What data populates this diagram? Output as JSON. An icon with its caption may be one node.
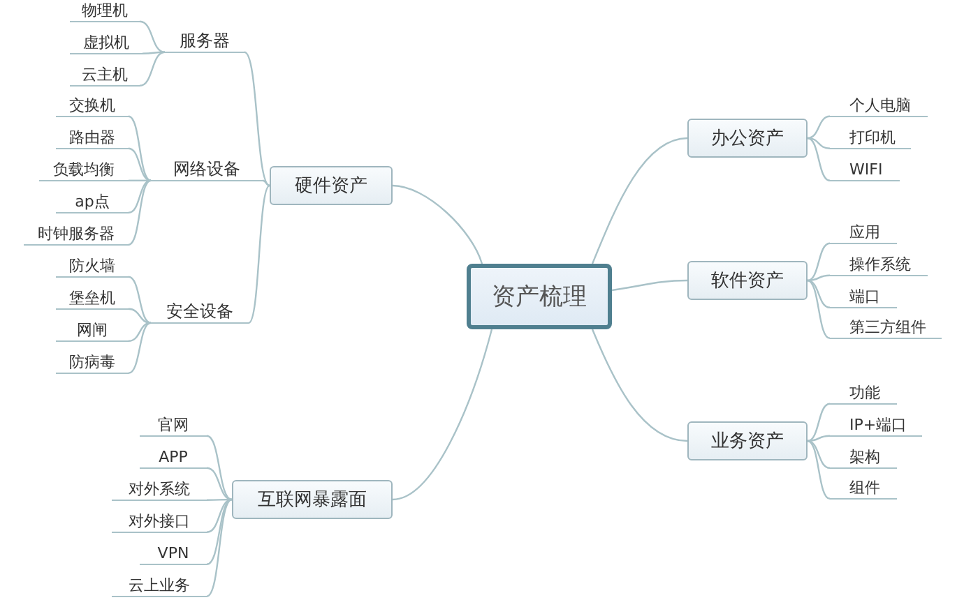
{
  "diagram": {
    "nodes": [
      {
        "text": [
          "资产梳理"
        ]
      },
      {
        "text": [
          "硬件资产"
        ]
      },
      {
        "text": [
          "服务器"
        ]
      },
      {
        "text": [
          "物理机"
        ]
      },
      {
        "text": [
          "虚拟机"
        ]
      },
      {
        "text": [
          "云主机"
        ]
      },
      {
        "text": [
          "网络设备"
        ]
      },
      {
        "text": [
          "交换机"
        ]
      },
      {
        "text": [
          "路由器"
        ]
      },
      {
        "text": [
          "负载均衡"
        ]
      },
      {
        "text": [
          "ap点"
        ]
      },
      {
        "text": [
          "时钟服务器"
        ]
      },
      {
        "text": [
          "安全设备"
        ]
      },
      {
        "text": [
          "防火墙"
        ]
      },
      {
        "text": [
          "堡垒机"
        ]
      },
      {
        "text": [
          "网闸"
        ]
      },
      {
        "text": [
          "防病毒"
        ]
      },
      {
        "text": [
          "互联网暴露面"
        ]
      },
      {
        "text": [
          "官网"
        ]
      },
      {
        "text": [
          "APP"
        ]
      },
      {
        "text": [
          "对外系统"
        ]
      },
      {
        "text": [
          "对外接口"
        ]
      },
      {
        "text": [
          "VPN"
        ]
      },
      {
        "text": [
          "云上业务"
        ]
      },
      {
        "text": [
          "办公资产"
        ]
      },
      {
        "text": [
          "个人电脑"
        ]
      },
      {
        "text": [
          "打印机"
        ]
      },
      {
        "text": [
          "WIFI"
        ]
      },
      {
        "text": [
          "软件资产"
        ]
      },
      {
        "text": [
          "应用"
        ]
      },
      {
        "text": [
          "操作系统"
        ]
      },
      {
        "text": [
          "端口"
        ]
      },
      {
        "text": [
          "第三方组件"
        ]
      },
      {
        "text": [
          "业务资产"
        ]
      },
      {
        "text": [
          "功能"
        ]
      },
      {
        "text": [
          "IP+端口"
        ]
      },
      {
        "text": [
          "架构"
        ]
      },
      {
        "text": [
          "组件"
        ]
      }
    ],
    "edges": [
      {
        "from": 0,
        "to": 1,
        "arrow": "none"
      },
      {
        "from": 1,
        "to": 2,
        "arrow": "none"
      },
      {
        "from": 2,
        "to": 3,
        "arrow": "none"
      },
      {
        "from": 2,
        "to": 4,
        "arrow": "none"
      },
      {
        "from": 2,
        "to": 5,
        "arrow": "none"
      },
      {
        "from": 1,
        "to": 6,
        "arrow": "none"
      },
      {
        "from": 6,
        "to": 7,
        "arrow": "none"
      },
      {
        "from": 6,
        "to": 8,
        "arrow": "none"
      },
      {
        "from": 6,
        "to": 9,
        "arrow": "none"
      },
      {
        "from": 6,
        "to": 10,
        "arrow": "none"
      },
      {
        "from": 6,
        "to": 11,
        "arrow": "none"
      },
      {
        "from": 1,
        "to": 12,
        "arrow": "none"
      },
      {
        "from": 12,
        "to": 13,
        "arrow": "none"
      },
      {
        "from": 12,
        "to": 14,
        "arrow": "none"
      },
      {
        "from": 12,
        "to": 15,
        "arrow": "none"
      },
      {
        "from": 12,
        "to": 16,
        "arrow": "none"
      },
      {
        "from": 0,
        "to": 17,
        "arrow": "none"
      },
      {
        "from": 17,
        "to": 18,
        "arrow": "none"
      },
      {
        "from": 17,
        "to": 19,
        "arrow": "none"
      },
      {
        "from": 17,
        "to": 20,
        "arrow": "none"
      },
      {
        "from": 17,
        "to": 21,
        "arrow": "none"
      },
      {
        "from": 17,
        "to": 22,
        "arrow": "none"
      },
      {
        "from": 17,
        "to": 23,
        "arrow": "none"
      },
      {
        "from": 0,
        "to": 24,
        "arrow": "none"
      },
      {
        "from": 24,
        "to": 25,
        "arrow": "none"
      },
      {
        "from": 24,
        "to": 26,
        "arrow": "none"
      },
      {
        "from": 24,
        "to": 27,
        "arrow": "none"
      },
      {
        "from": 0,
        "to": 28,
        "arrow": "none"
      },
      {
        "from": 28,
        "to": 29,
        "arrow": "none"
      },
      {
        "from": 28,
        "to": 30,
        "arrow": "none"
      },
      {
        "from": 28,
        "to": 31,
        "arrow": "none"
      },
      {
        "from": 28,
        "to": 32,
        "arrow": "none"
      },
      {
        "from": 0,
        "to": 33,
        "arrow": "none"
      },
      {
        "from": 33,
        "to": 34,
        "arrow": "none"
      },
      {
        "from": 33,
        "to": 35,
        "arrow": "none"
      },
      {
        "from": 33,
        "to": 36,
        "arrow": "none"
      },
      {
        "from": 33,
        "to": 37,
        "arrow": "none"
      }
    ]
  }
}
